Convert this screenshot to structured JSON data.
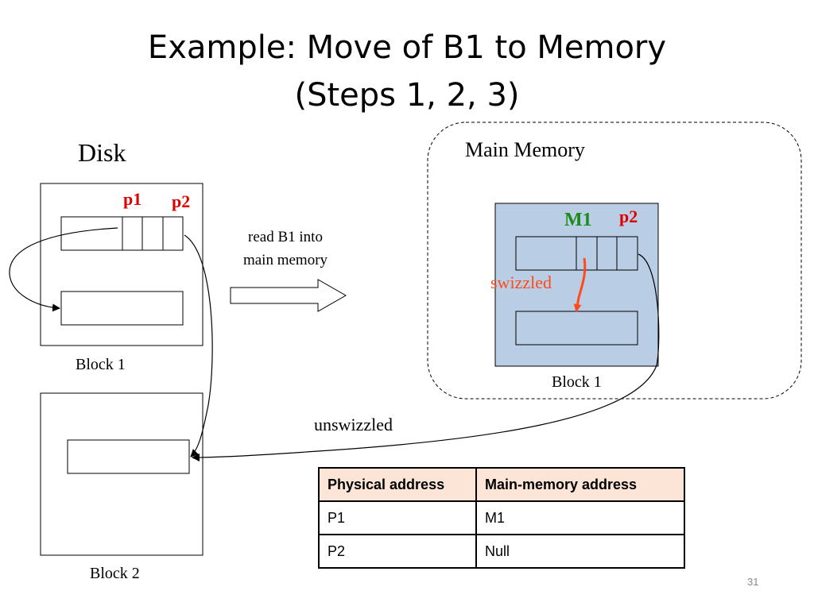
{
  "slide": {
    "title_line1": "Example: Move of B1 to Memory",
    "title_line2": "(Steps 1, 2, 3)",
    "number": "31"
  },
  "disk": {
    "label": "Disk",
    "block1_label": "Block 1",
    "block2_label": "Block 2",
    "p1": "p1",
    "p2": "p2"
  },
  "transfer": {
    "line1": "read  B1 into",
    "line2": "main memory"
  },
  "memory": {
    "label": "Main Memory",
    "block1_label": "Block 1",
    "m1": "M1",
    "p2": "p2",
    "swizzled": "swizzled"
  },
  "unswizzled": "unswizzled",
  "table": {
    "headers": [
      "Physical address",
      "Main-memory address"
    ],
    "rows": [
      [
        "P1",
        "M1"
      ],
      [
        "P2",
        "Null"
      ]
    ]
  },
  "colors": {
    "memory_block_fill": "#b9cde5",
    "pointer_red": "#e00000",
    "swizzle_arrow": "#ff4a1a",
    "m1_green": "#1a8a1a",
    "table_header_fill": "#fce4d6"
  }
}
